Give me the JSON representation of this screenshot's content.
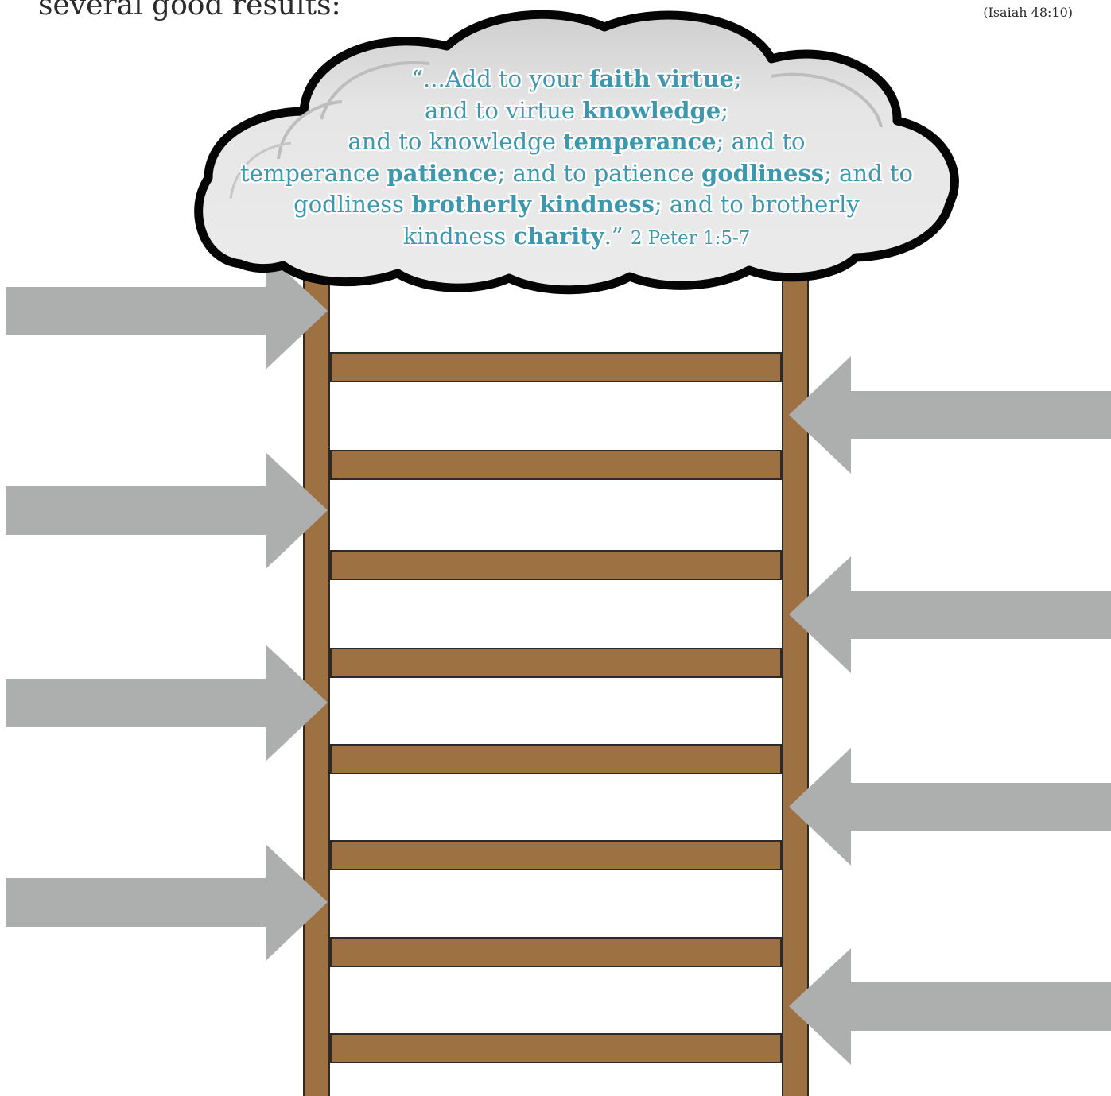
{
  "header": {
    "text": "several good results:",
    "reference": "(Isaiah 48:10)"
  },
  "quote": {
    "l1a": "“...Add to your ",
    "faith": "faith",
    "virtue": "virtue",
    "l1b": ";",
    "l2a": "and to virtue ",
    "knowledge": "knowledge",
    "l2b": ";",
    "l3a": "and to knowledge ",
    "temperance": "temperance",
    "l3b": "; and to",
    "l4a": "temperance ",
    "patience": "patience",
    "l4b": "; and to patience ",
    "godliness": "godliness",
    "l4c": "; and to",
    "l5a": "godliness ",
    "brotherly_kindness": "brotherly kindness",
    "l5b": "; and to brotherly",
    "l6a": "kindness ",
    "charity": "charity",
    "l6b": ".”",
    "citation": "2 Peter 1:5-7"
  },
  "colors": {
    "quote_text": "#3e97ad",
    "ladder_wood": "#9e7143",
    "arrow_gray": "#adaeae",
    "cloud_fill": "#e2e2e2",
    "cloud_outline": "#050505"
  }
}
